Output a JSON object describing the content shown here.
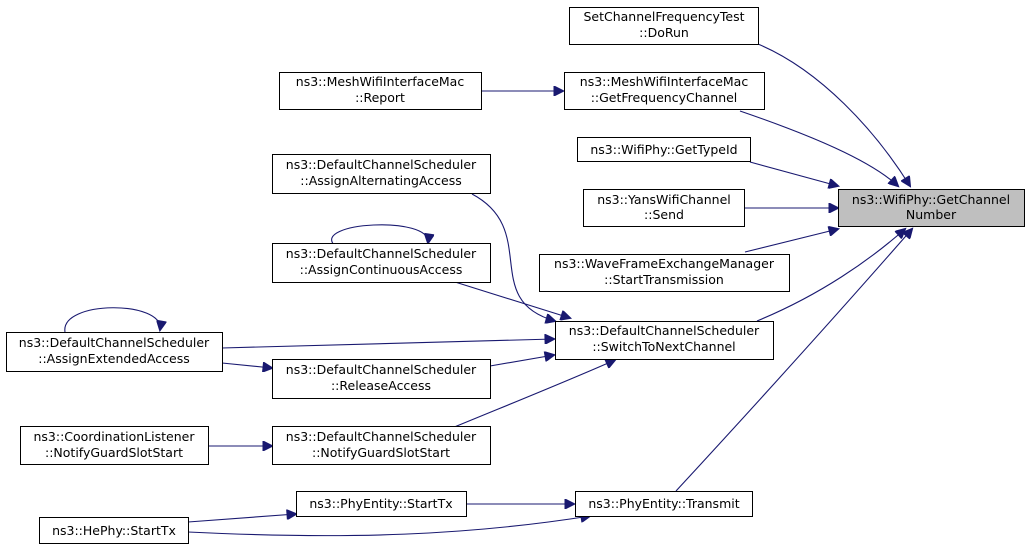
{
  "nodes": [
    {
      "id": "target",
      "lines": [
        "ns3::WifiPhy::GetChannel",
        "Number"
      ]
    },
    {
      "id": "setchan",
      "lines": [
        "SetChannelFrequencyTest",
        "::DoRun"
      ]
    },
    {
      "id": "meshreport",
      "lines": [
        "ns3::MeshWifiInterfaceMac",
        "::Report"
      ]
    },
    {
      "id": "meshgetfreq",
      "lines": [
        "ns3::MeshWifiInterfaceMac",
        "::GetFrequencyChannel"
      ]
    },
    {
      "id": "gettypeid",
      "lines": [
        "ns3::WifiPhy::GetTypeId"
      ]
    },
    {
      "id": "yanssend",
      "lines": [
        "ns3::YansWifiChannel",
        "::Send"
      ]
    },
    {
      "id": "altaccess",
      "lines": [
        "ns3::DefaultChannelScheduler",
        "::AssignAlternatingAccess"
      ]
    },
    {
      "id": "contaccess",
      "lines": [
        "ns3::DefaultChannelScheduler",
        "::AssignContinuousAccess"
      ]
    },
    {
      "id": "wavestart",
      "lines": [
        "ns3::WaveFrameExchangeManager",
        "::StartTransmission"
      ]
    },
    {
      "id": "extaccess",
      "lines": [
        "ns3::DefaultChannelScheduler",
        "::AssignExtendedAccess"
      ]
    },
    {
      "id": "switchnext",
      "lines": [
        "ns3::DefaultChannelScheduler",
        "::SwitchToNextChannel"
      ]
    },
    {
      "id": "release",
      "lines": [
        "ns3::DefaultChannelScheduler",
        "::ReleaseAccess"
      ]
    },
    {
      "id": "coordnotify",
      "lines": [
        "ns3::CoordinationListener",
        "::NotifyGuardSlotStart"
      ]
    },
    {
      "id": "schednotify",
      "lines": [
        "ns3::DefaultChannelScheduler",
        "::NotifyGuardSlotStart"
      ]
    },
    {
      "id": "phystarttx",
      "lines": [
        "ns3::PhyEntity::StartTx"
      ]
    },
    {
      "id": "phytransmit",
      "lines": [
        "ns3::PhyEntity::Transmit"
      ]
    },
    {
      "id": "hestarttx",
      "lines": [
        "ns3::HePhy::StartTx"
      ]
    }
  ],
  "edges": [
    {
      "from": "setchan",
      "to": "target"
    },
    {
      "from": "meshgetfreq",
      "to": "target"
    },
    {
      "from": "meshreport",
      "to": "meshgetfreq"
    },
    {
      "from": "gettypeid",
      "to": "target"
    },
    {
      "from": "yanssend",
      "to": "target"
    },
    {
      "from": "wavestart",
      "to": "target"
    },
    {
      "from": "switchnext",
      "to": "target"
    },
    {
      "from": "phytransmit",
      "to": "target"
    },
    {
      "from": "altaccess",
      "to": "switchnext"
    },
    {
      "from": "contaccess",
      "to": "switchnext"
    },
    {
      "from": "contaccess",
      "to": "contaccess"
    },
    {
      "from": "extaccess",
      "to": "switchnext"
    },
    {
      "from": "extaccess",
      "to": "extaccess"
    },
    {
      "from": "release",
      "to": "switchnext"
    },
    {
      "from": "extaccess",
      "to": "release"
    },
    {
      "from": "schednotify",
      "to": "switchnext"
    },
    {
      "from": "coordnotify",
      "to": "schednotify"
    },
    {
      "from": "phystarttx",
      "to": "phytransmit"
    },
    {
      "from": "hestarttx",
      "to": "phystarttx"
    },
    {
      "from": "hestarttx",
      "to": "phytransmit"
    }
  ]
}
